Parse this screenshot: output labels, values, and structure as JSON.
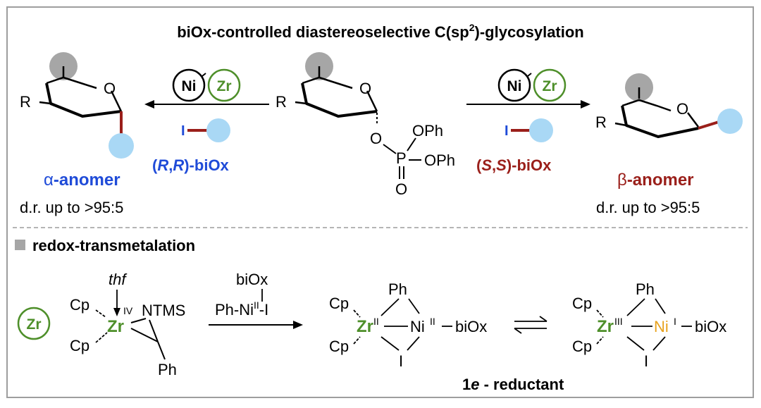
{
  "title": "biOx-controlled diastereoselective C(sp",
  "title_sup": "2",
  "title_end": ")-glycosylation",
  "r_label": "R",
  "ring_o": "O",
  "ni": "Ni",
  "zr": "Zr",
  "iodide": "I",
  "ligand_left": {
    "open": "(",
    "r1": "R",
    "comma": ",",
    "r2": "R",
    "close": ")-biOx"
  },
  "ligand_right": {
    "open": "(",
    "s1": "S",
    "comma": ",",
    "s2": "S",
    "close": ")-biOx"
  },
  "alpha_greek": "α",
  "alpha_text": "-anomer",
  "beta_greek": "β",
  "beta_text": "-anomer",
  "dr_left": "d.r. up to >95:5",
  "dr_right": "d.r. up to >95:5",
  "phosphate": {
    "o": "O",
    "p": "P",
    "oph": "OPh",
    "o_double": "O"
  },
  "section2_title": "redox-transmetalation",
  "complex": {
    "cp": "Cp",
    "thf": "thf",
    "zr": "Zr",
    "ox_iv": "IV",
    "ntms": "NTMS",
    "ph": "Ph",
    "biox": "biOx",
    "reagent_formula": "Ph-Ni",
    "reagent_ox": "II",
    "reagent_tail": "-I",
    "ox_ii": "II",
    "ox_iii": "III",
    "ox_i": "I",
    "ni": "Ni",
    "iodide": "I"
  },
  "reductant_num": "1",
  "reductant_e": "e",
  "reductant_text": " - reductant",
  "colors": {
    "blue": "#1f4bd8",
    "darkred": "#9a1f1a",
    "green": "#4e8f2a",
    "orange": "#e8a21c",
    "lightblue": "#a9d8f5",
    "gray": "#a6a6a6",
    "border": "#9e9e9e"
  }
}
